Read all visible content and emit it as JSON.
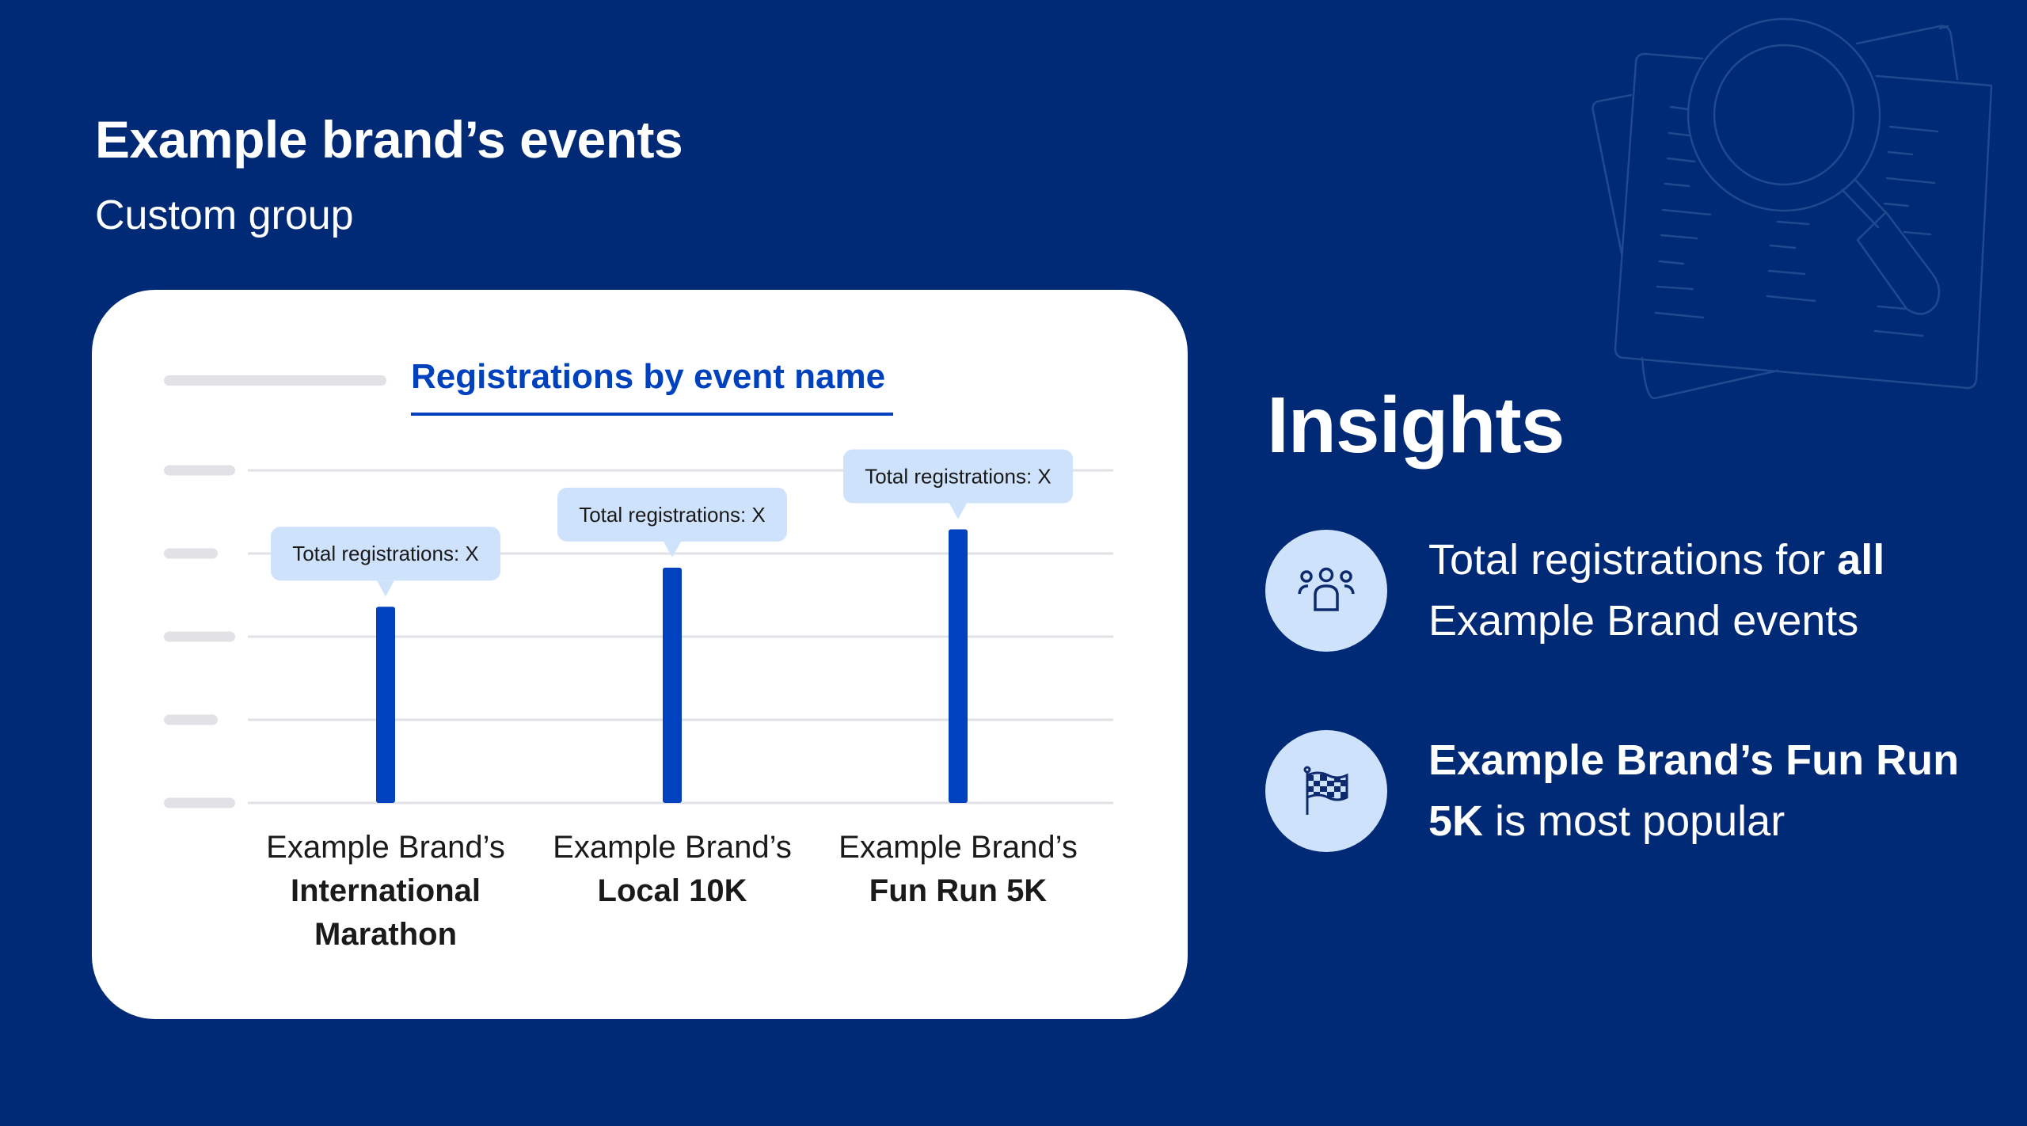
{
  "header": {
    "title": "Example brand’s events",
    "subtitle": "Custom group"
  },
  "colors": {
    "background": "#002a76",
    "bar": "#0041be",
    "tooltip": "#cfe2fb",
    "grid": "#e1e1e6"
  },
  "chart_data": {
    "type": "bar",
    "title": "Registrations by event name",
    "categories": [
      {
        "prefix": "Example Brand’s",
        "bold": "International Marathon",
        "bold_lines": [
          "International",
          "Marathon"
        ]
      },
      {
        "prefix": "Example Brand’s",
        "bold": "Local 10K",
        "bold_lines": [
          "Local 10K"
        ]
      },
      {
        "prefix": "Example Brand’s",
        "bold": "Fun Run 5K",
        "bold_lines": [
          "Fun Run 5K"
        ]
      }
    ],
    "values": [
      2.36,
      2.83,
      3.29
    ],
    "data_labels": [
      "Total registrations: X",
      "Total registrations: X",
      "Total registrations: X"
    ],
    "ylim": [
      0,
      4
    ],
    "gridlines": 5,
    "grid": true,
    "xlabel": "",
    "ylabel": ""
  },
  "insights": {
    "heading": "Insights",
    "items": [
      {
        "icon": "people-group-icon",
        "segments": [
          {
            "text": "Total registrations for ",
            "bold": false
          },
          {
            "text": "all",
            "bold": true
          },
          {
            "text": " Example Brand events",
            "bold": false
          }
        ]
      },
      {
        "icon": "checkered-flag-icon",
        "segments": [
          {
            "text": "Example Brand’s Fun Run 5K",
            "bold": true
          },
          {
            "text": " is most popular",
            "bold": false
          }
        ]
      }
    ]
  }
}
